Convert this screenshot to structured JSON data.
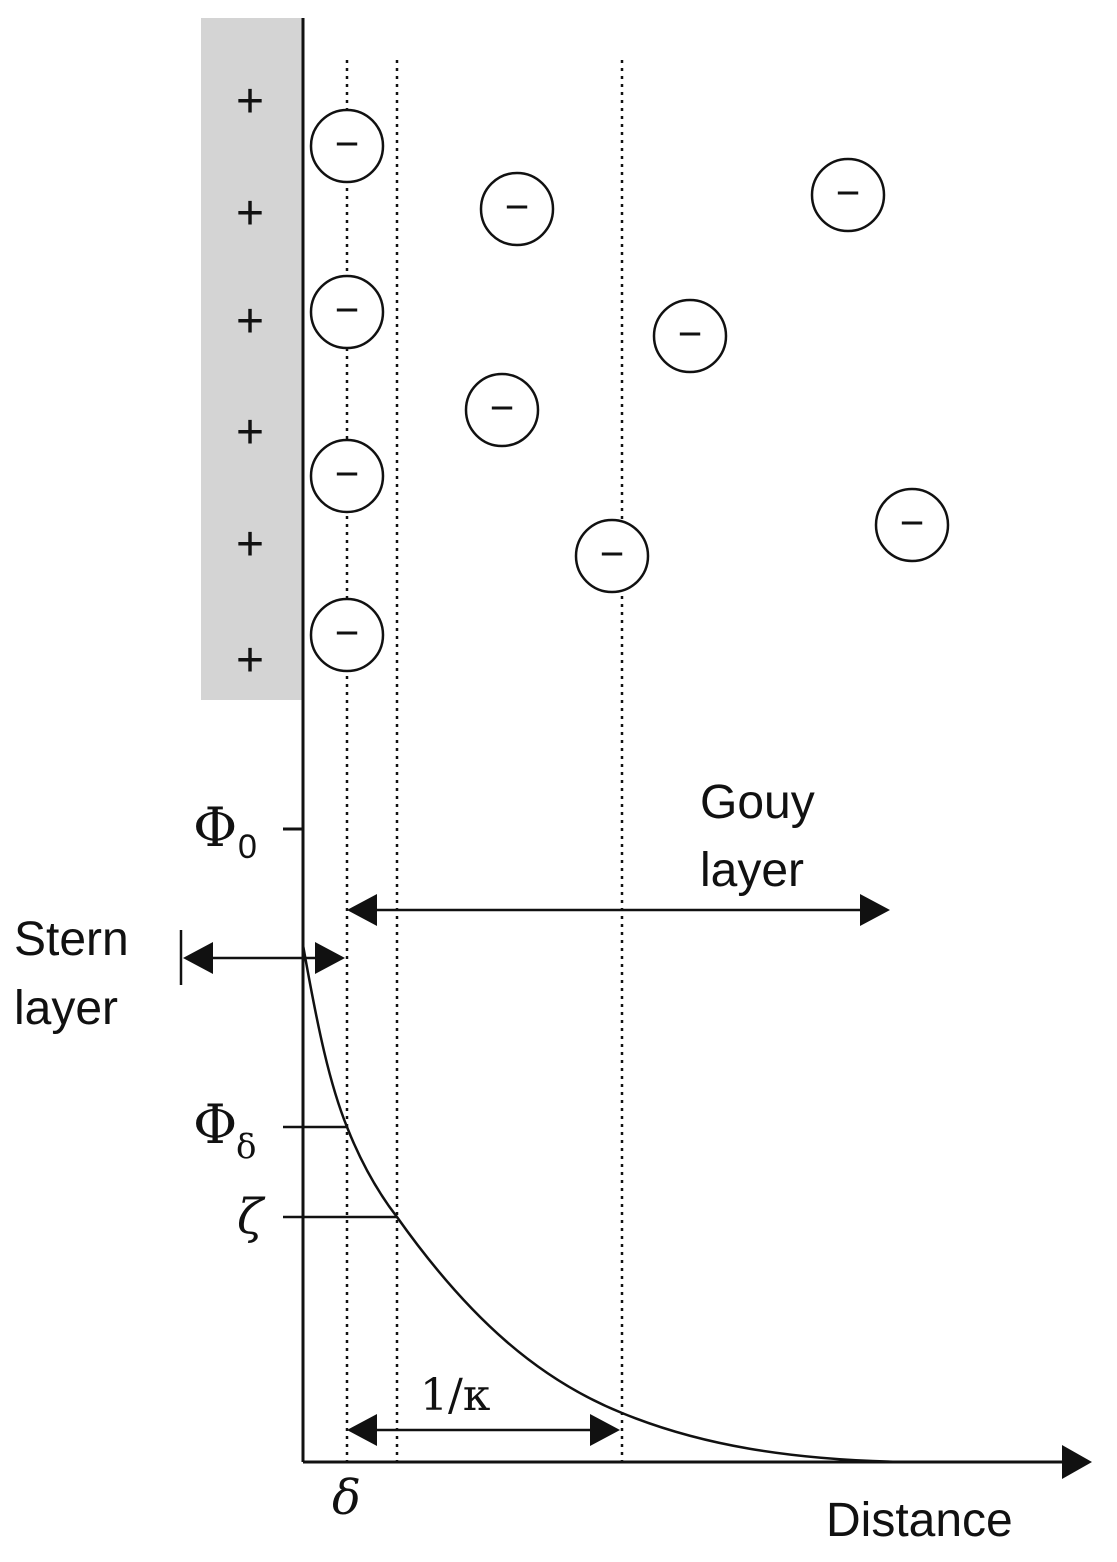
{
  "surface_charges": [
    "+",
    "+",
    "+",
    "+",
    "+",
    "+"
  ],
  "ion_symbol": "−",
  "labels": {
    "phi0_main": "Φ",
    "phi0_sub": "0",
    "phi_delta_main": "Φ",
    "phi_delta_sub": "δ",
    "zeta": "ζ",
    "gouy_line1": "Gouy",
    "gouy_line2": "layer",
    "stern_line1": "Stern",
    "stern_line2": "layer",
    "debye_length": "1/κ",
    "delta": "δ",
    "distance": "Distance"
  },
  "colors": {
    "surface_fill": "#d4d4d4",
    "line": "#111111",
    "background": "#ffffff"
  }
}
